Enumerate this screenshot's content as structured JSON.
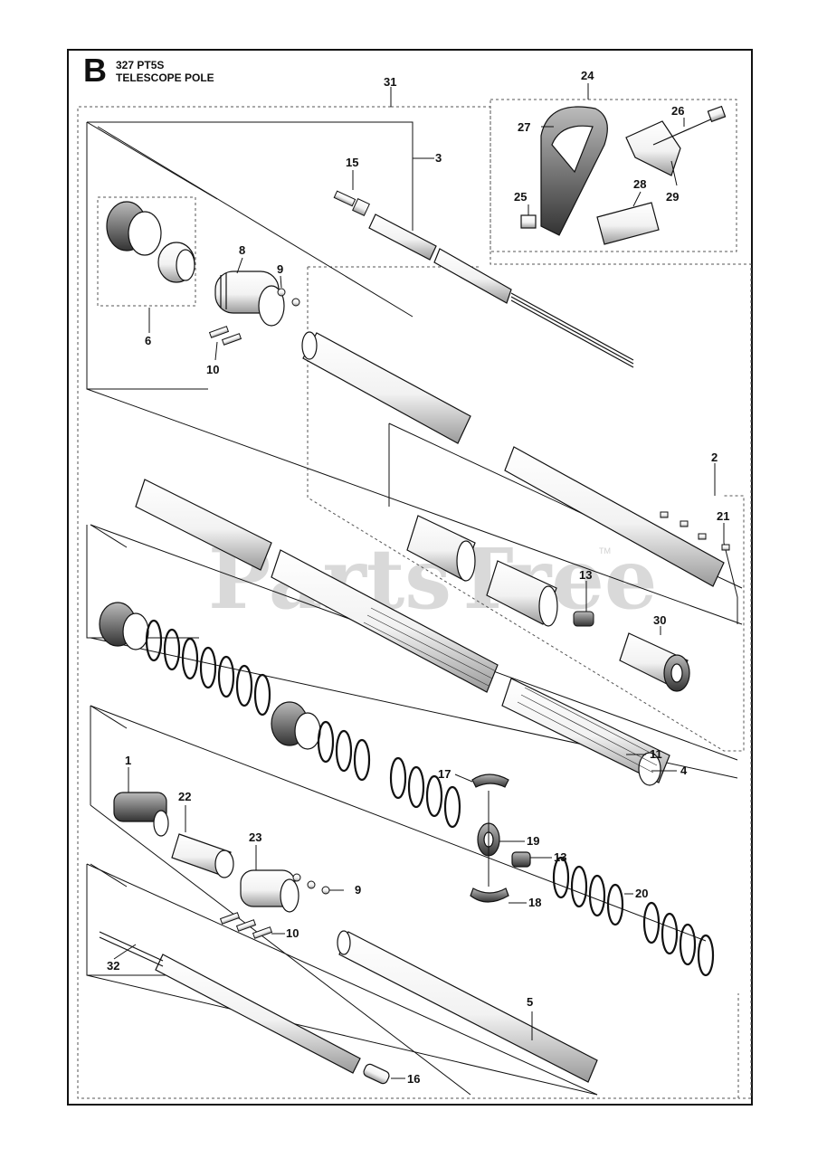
{
  "header": {
    "section_letter": "B",
    "model": "327 PT5S",
    "title": "TELESCOPE POLE"
  },
  "watermark": {
    "text": "PartsTree",
    "trademark": "TM"
  },
  "callouts": [
    "1",
    "2",
    "3",
    "4",
    "5",
    "6",
    "8",
    "9",
    "9",
    "10",
    "10",
    "11",
    "13",
    "13",
    "15",
    "16",
    "17",
    "18",
    "19",
    "20",
    "21",
    "22",
    "23",
    "24",
    "25",
    "26",
    "27",
    "28",
    "29",
    "30",
    "31",
    "32"
  ],
  "colors": {
    "line": "#111111",
    "part_fill": "#ffffff",
    "part_shade": "#9a9a9a",
    "watermark": "#d9d9d9"
  }
}
